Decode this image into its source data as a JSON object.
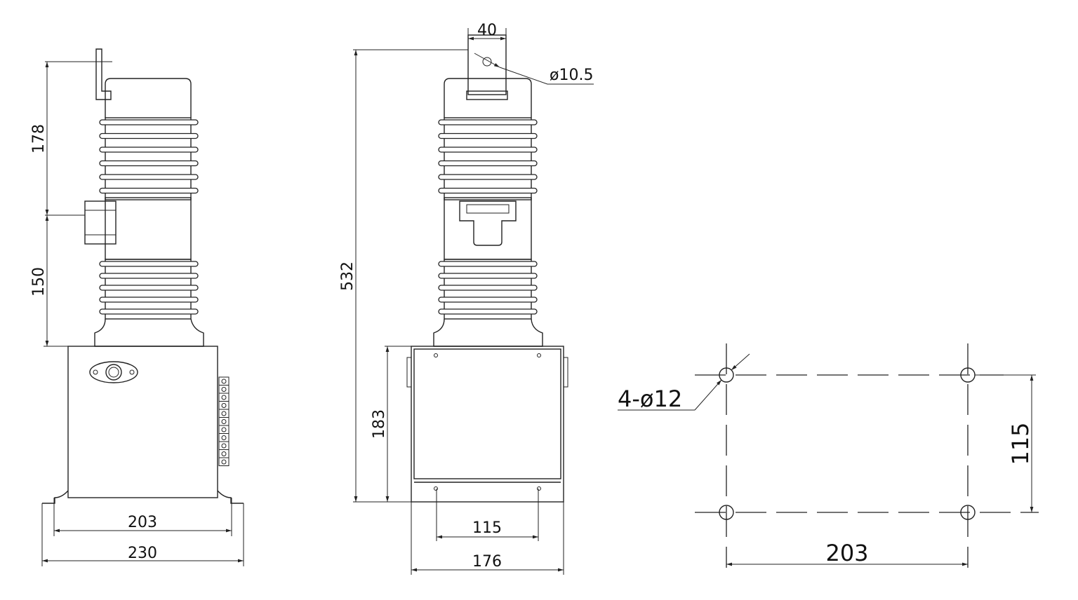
{
  "drawing": {
    "side_view": {
      "dims": {
        "upper_height": "178",
        "lower_height": "150",
        "inner_width": "203",
        "outer_width": "230"
      }
    },
    "front_view": {
      "dims": {
        "terminal_width": "40",
        "hole_diameter": "ø10.5",
        "total_height": "532",
        "box_height": "183",
        "hole_spacing": "115",
        "box_width": "176"
      }
    },
    "mounting_plan": {
      "dims": {
        "holes": "4-ø12",
        "hole_spacing_vertical": "115",
        "hole_spacing_horizontal": "203"
      }
    }
  }
}
